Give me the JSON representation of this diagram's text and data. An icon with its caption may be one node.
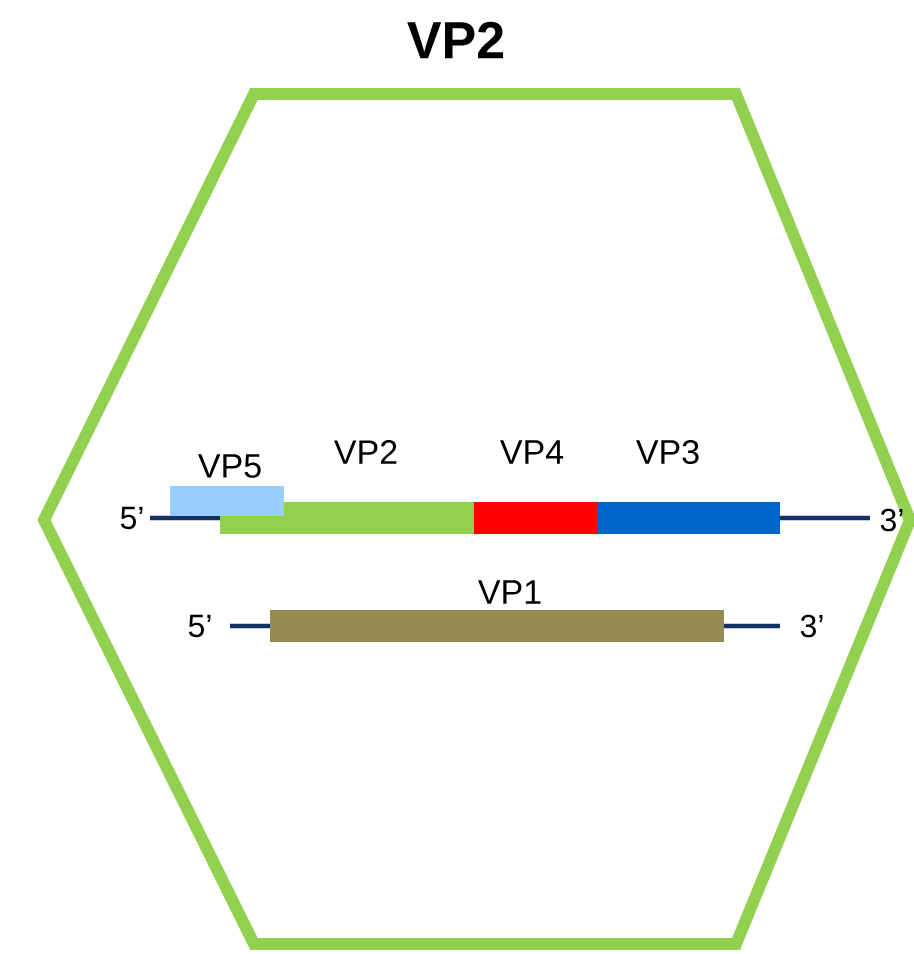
{
  "diagram": {
    "title": "VP2",
    "nodes": [
      {
        "text": [
          "VP5"
        ]
      },
      {
        "text": [
          "VP2"
        ]
      },
      {
        "text": [
          "VP4"
        ]
      },
      {
        "text": [
          "VP3"
        ]
      },
      {
        "text": [
          "VP1"
        ]
      }
    ],
    "labels": [
      "5’",
      "3’",
      "5’",
      "3’"
    ]
  }
}
